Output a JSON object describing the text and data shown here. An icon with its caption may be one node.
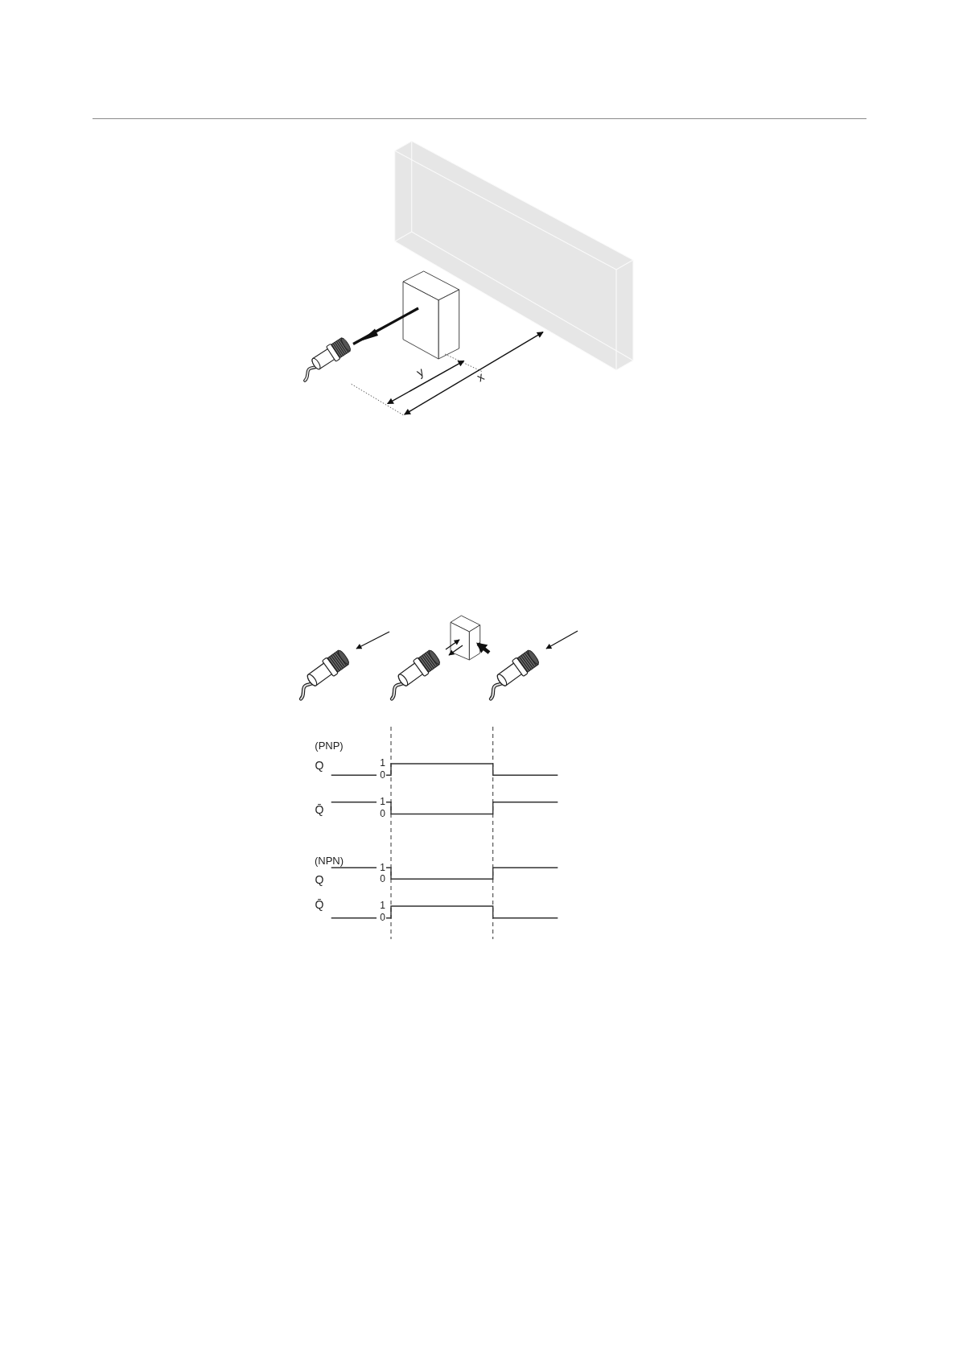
{
  "diagram": {
    "labels": [
      "y",
      "x",
      "(PNP)",
      "Q",
      "1",
      "0",
      "Q̄",
      "1",
      "0",
      "(NPN)",
      "1",
      "Q",
      "0",
      "Q̄",
      "1",
      "0"
    ]
  }
}
